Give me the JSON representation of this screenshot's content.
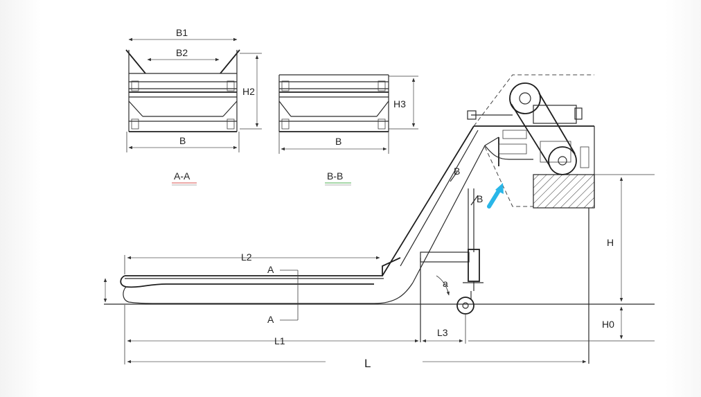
{
  "labels": {
    "b1": "B1",
    "b2": "B2",
    "h2": "H2",
    "b_section_aa": "B",
    "section_aa": "A-A",
    "h3": "H3",
    "b_section_bb": "B",
    "section_bb": "B-B",
    "l2": "L2",
    "a_top": "A",
    "a_bottom": "A",
    "l1": "L1",
    "l": "L",
    "l3": "L3",
    "angle_a": "a",
    "b_marker_1": "B",
    "b_marker_2": "B",
    "h": "H",
    "h0": "H0"
  },
  "colors": {
    "line": "#2a2a2a",
    "arrow_accent": "#29b6e8",
    "underline_red": "#d9534f",
    "underline_green": "#4caf50"
  }
}
